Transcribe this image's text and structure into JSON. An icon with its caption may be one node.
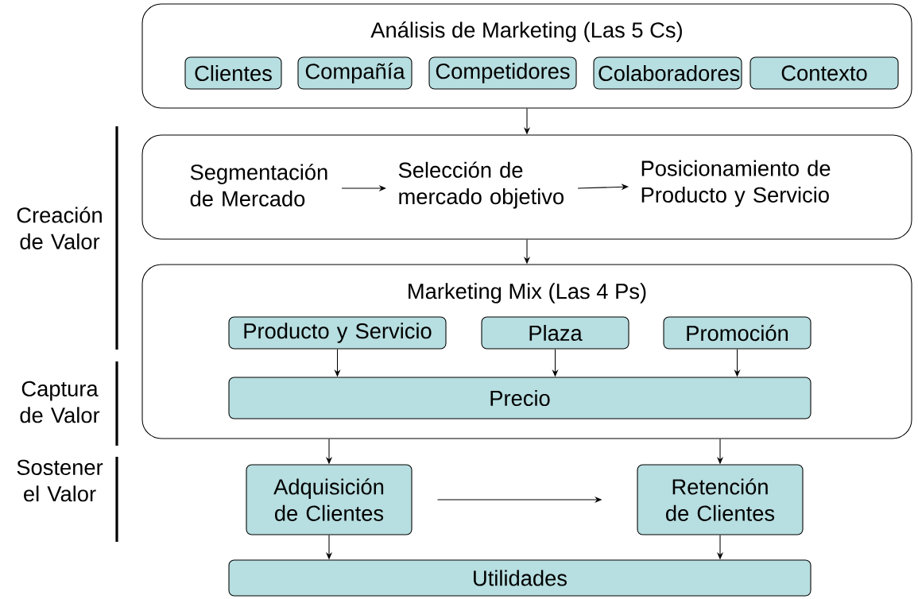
{
  "diagram": {
    "nodes": [
      {
        "text": [
          "Análisis de Marketing (Las 5 Cs)"
        ]
      },
      {
        "text": [
          "Clientes"
        ],
        "in": 0
      },
      {
        "text": [
          "Compañía"
        ],
        "in": 0
      },
      {
        "text": [
          "Competidores"
        ],
        "in": 0
      },
      {
        "text": [
          "Colaboradores"
        ],
        "in": 0
      },
      {
        "text": [
          "Contexto"
        ],
        "in": 0
      },
      {
        "text": [],
        "shape": "box"
      },
      {
        "text": [
          "Segmentación de Mercado"
        ],
        "in": 6
      },
      {
        "text": [
          "Selección de mercado objetivo"
        ],
        "in": 6
      },
      {
        "text": [
          "Posicionamiento de Producto y Servicio"
        ],
        "in": 6
      },
      {
        "text": [
          "Marketing Mix (Las 4 Ps)"
        ]
      },
      {
        "text": [
          "Producto y Servicio"
        ],
        "in": 10
      },
      {
        "text": [
          "Plaza"
        ],
        "in": 10
      },
      {
        "text": [
          "Promoción"
        ],
        "in": 10
      },
      {
        "text": [
          "Precio"
        ],
        "in": 10
      },
      {
        "text": [
          "Adquisición de Clientes"
        ]
      },
      {
        "text": [
          "Retención de Clientes"
        ]
      },
      {
        "text": [
          "Utilidades"
        ]
      }
    ],
    "edges": [
      {
        "from": 0,
        "to": 6,
        "arrow": "to"
      },
      {
        "from": 7,
        "to": 8,
        "arrow": "to"
      },
      {
        "from": 8,
        "to": 9,
        "arrow": "to"
      },
      {
        "from": 6,
        "to": 10,
        "arrow": "to"
      },
      {
        "from": 11,
        "to": 14,
        "arrow": "to"
      },
      {
        "from": 12,
        "to": 14,
        "arrow": "to"
      },
      {
        "from": 13,
        "to": 14,
        "arrow": "to"
      },
      {
        "from": 10,
        "to": 15,
        "arrow": "to"
      },
      {
        "from": 10,
        "to": 16,
        "arrow": "to"
      },
      {
        "from": 15,
        "to": 16,
        "arrow": "to"
      },
      {
        "from": 15,
        "to": 17,
        "arrow": "to"
      },
      {
        "from": 16,
        "to": 17,
        "arrow": "to"
      }
    ],
    "labels": [
      "Creación de Valor",
      "Captura de Valor",
      "Sostener el Valor"
    ]
  }
}
